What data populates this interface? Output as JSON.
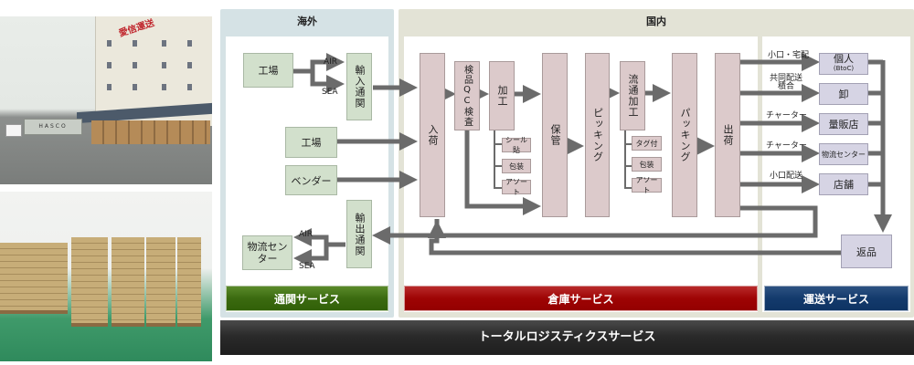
{
  "photos": {
    "top": {
      "label": "warehouse-exterior-photo",
      "truck_text": "HASCO",
      "sign_text": "愛信運送"
    },
    "bottom": {
      "label": "warehouse-interior-photo"
    }
  },
  "panels": {
    "overseas": {
      "title": "海外"
    },
    "domestic": {
      "title": "国内"
    }
  },
  "overseas": {
    "factory_top": "工場",
    "import_customs": "輸入通関",
    "air_label_top": "AIR",
    "sea_label_top": "SEA",
    "factory_mid": "工場",
    "vendor": "ベンダー",
    "export_customs": "輸出通関",
    "logistics_center": "物流センター",
    "air_label_bottom": "AIR",
    "sea_label_bottom": "SEA"
  },
  "warehouse": {
    "receiving": "入荷",
    "inspection": "検品QC検査",
    "processing": "加工",
    "processing_sub": [
      "シール貼",
      "包装",
      "アソート"
    ],
    "storage": "保管",
    "picking": "ピッキング",
    "distribution_processing": "流通加工",
    "distribution_sub": [
      "タグ付",
      "包装",
      "アソート"
    ],
    "packing": "パッキング",
    "shipping": "出荷"
  },
  "transport": {
    "destinations": [
      {
        "route": "小口・宅配",
        "name": "個人",
        "sub": "(BtoC)"
      },
      {
        "route": "共同配送\n積合",
        "name": "卸",
        "sub": ""
      },
      {
        "route": "チャーター",
        "name": "量販店",
        "sub": ""
      },
      {
        "route": "チャーター",
        "name": "物流センター",
        "sub": ""
      },
      {
        "route": "小口配送",
        "name": "店舗",
        "sub": ""
      }
    ],
    "returns": "返品"
  },
  "services": {
    "customs": "通関サービス",
    "warehouse": "倉庫サービス",
    "transport": "運送サービス",
    "total": "トータルロジスティクスサービス"
  },
  "colors": {
    "customs": "#3b6a10",
    "warehouse": "#9e0404",
    "transport": "#133a6c",
    "total": "#2a2a2a",
    "arrow": "#6b6b6b"
  }
}
